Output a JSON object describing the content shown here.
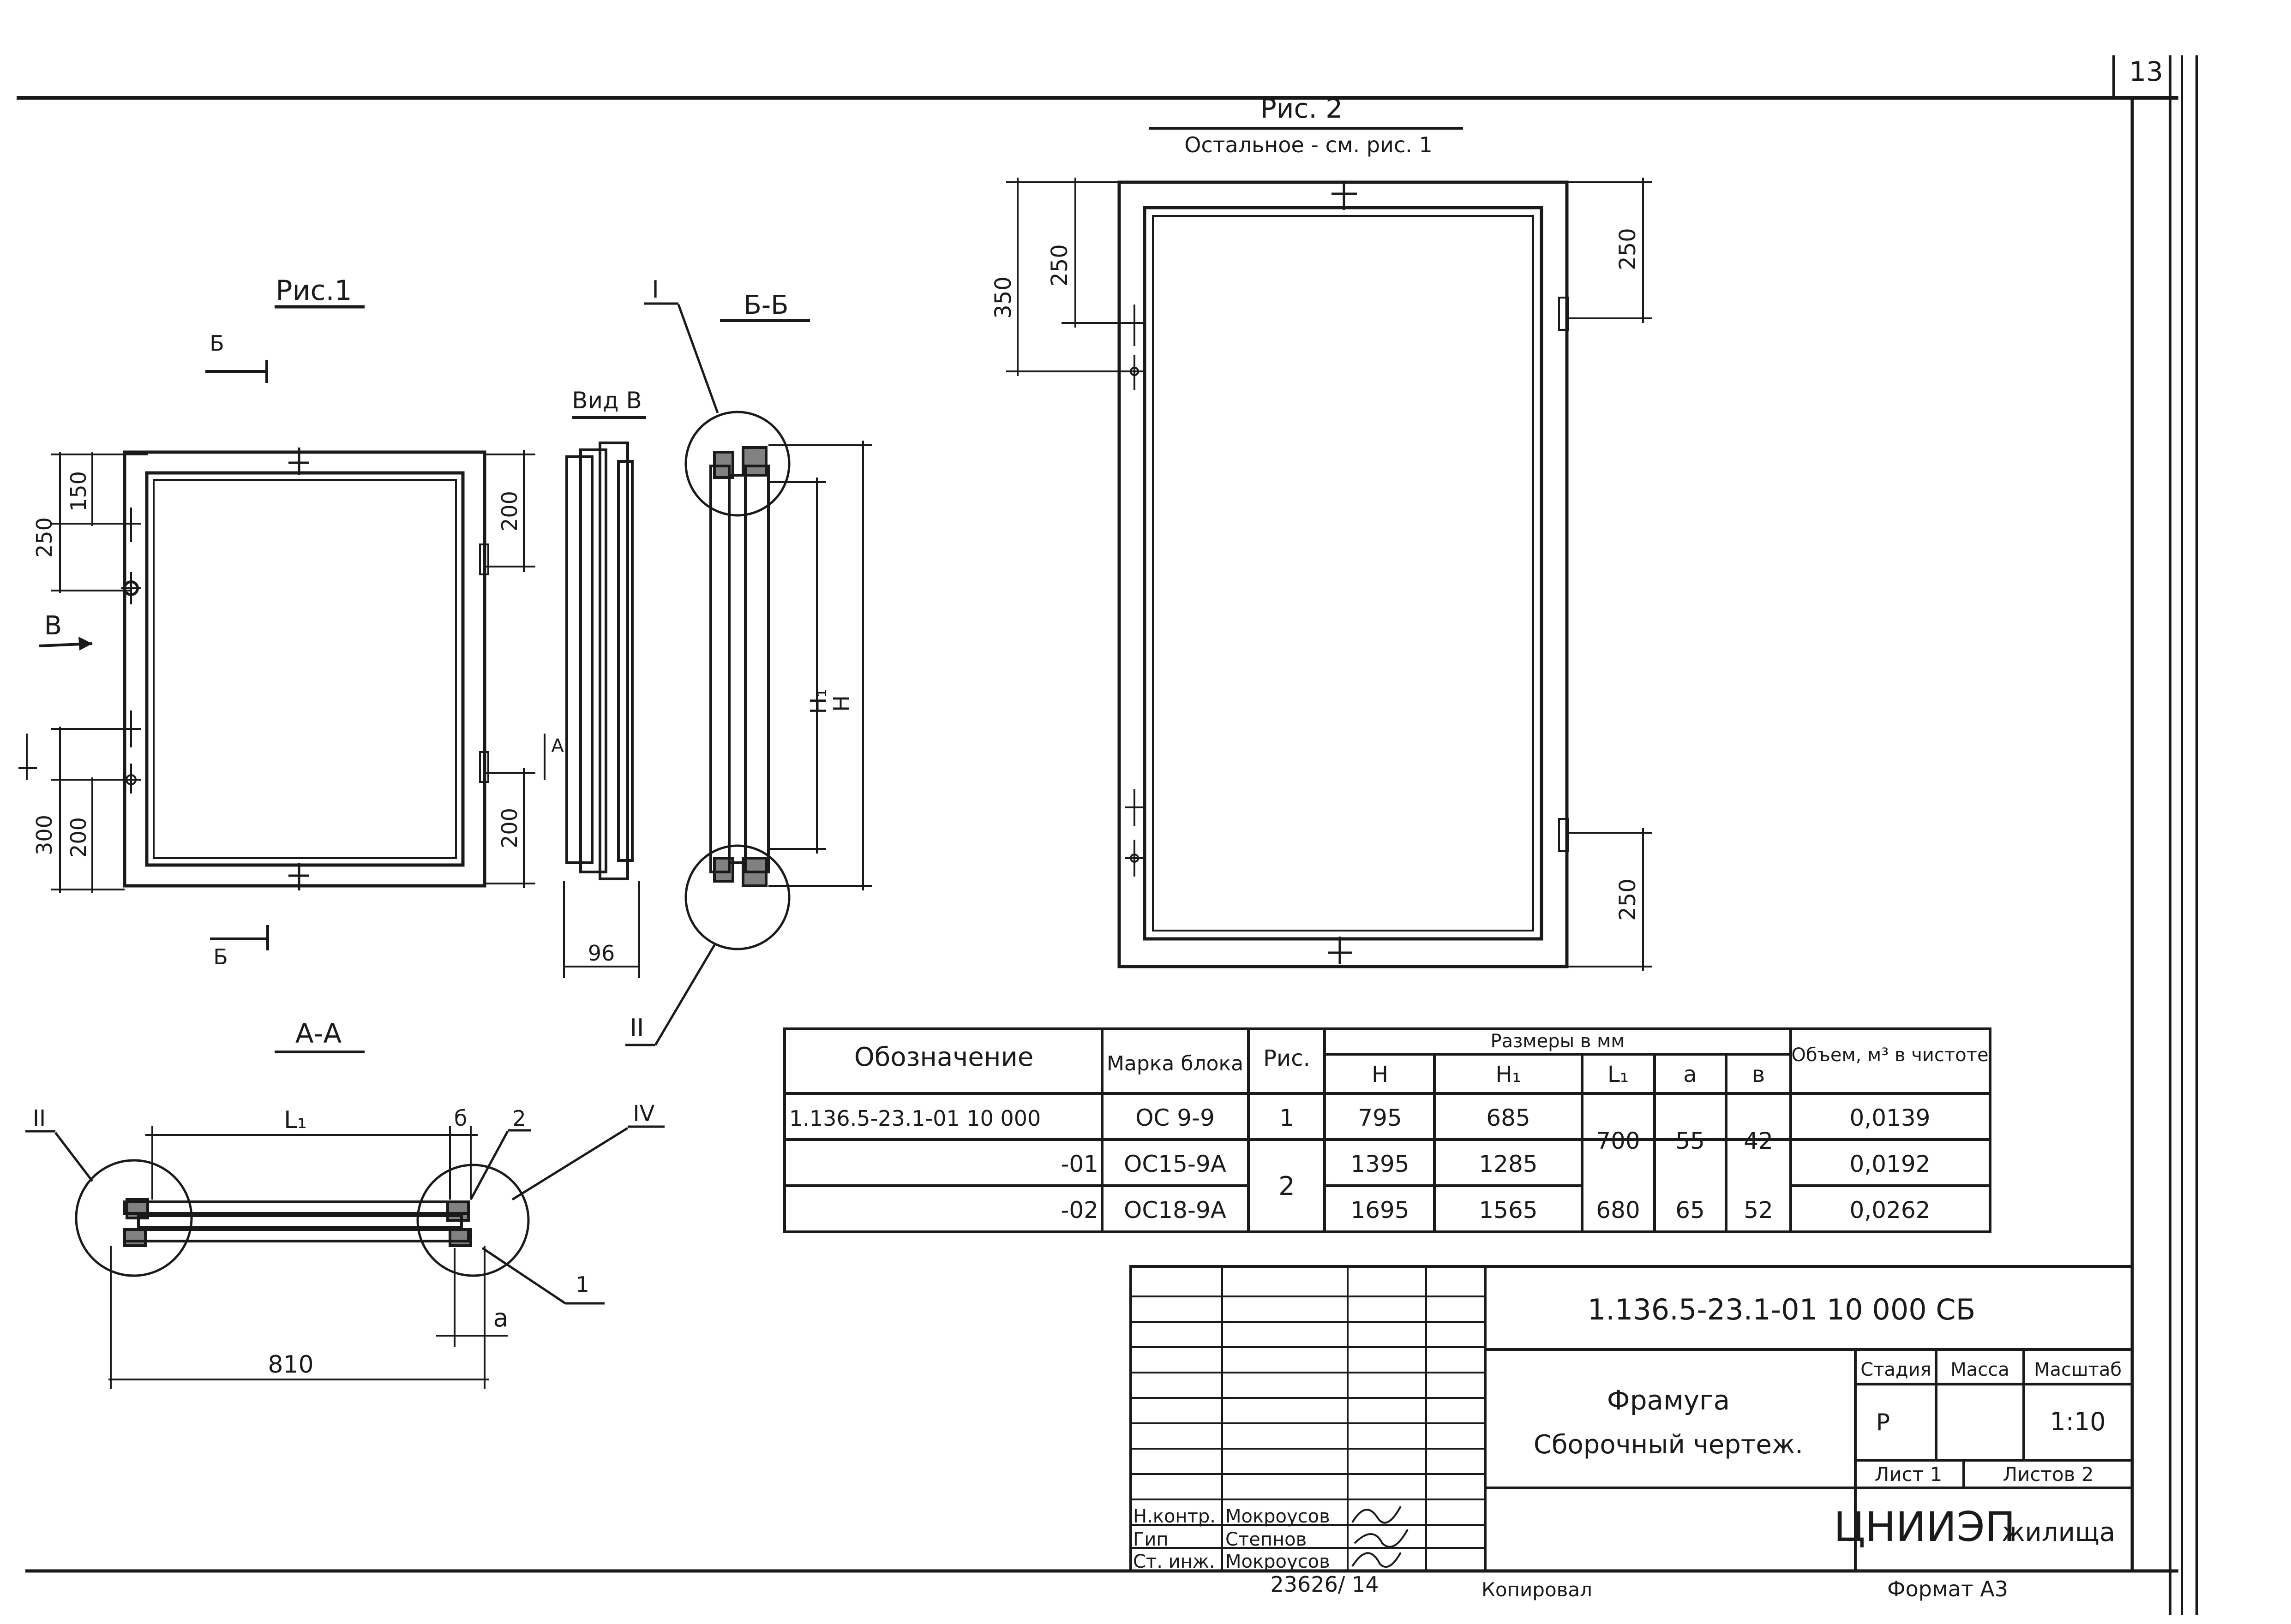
{
  "sheet_number": "13",
  "fig1": {
    "title": "Рис.1",
    "section_bb_mark": "Б",
    "view_v_arrow": "В",
    "dim_250": "250",
    "dim_150": "150",
    "dim_300": "300",
    "dim_200_left": "200",
    "dim_200_right_top": "200",
    "dim_200_right_bottom": "200",
    "view_a_mark": "А"
  },
  "view_v": {
    "title": "Вид В",
    "dim_96": "96"
  },
  "section_bb": {
    "title": "Б-Б",
    "callout_1": "I",
    "callout_2": "II",
    "dim_h1": "H₁",
    "dim_h": "H"
  },
  "section_aa": {
    "title": "А-А",
    "callout_2": "II",
    "callout_4": "IV",
    "dim_l1": "L₁",
    "dim_b": "б",
    "pos_2": "2",
    "pos_1": "1",
    "dim_a": "a",
    "dim_810": "810"
  },
  "fig2": {
    "title": "Рис. 2",
    "subtitle": "Остальное - см. рис. 1",
    "dim_350": "350",
    "dim_250_left": "250",
    "dim_250_top": "250",
    "dim_250_bottom": "250"
  },
  "spec_table": {
    "headers": {
      "designation": "Обозначение",
      "mark": "Марка блока",
      "fig": "Рис.",
      "sizes": "Размеры в мм",
      "h": "H",
      "h1": "H₁",
      "l1": "L₁",
      "a": "a",
      "b": "в",
      "volume": "Объем, м³ в чистоте"
    },
    "rows": [
      {
        "designation": "1.136.5-23.1-01 10 000",
        "mark": "ОС 9-9",
        "fig": "1",
        "h": "795",
        "h1": "685",
        "l1": "700",
        "a": "55",
        "b": "42",
        "volume": "0,0139"
      },
      {
        "designation": "-01",
        "mark": "ОС15-9А",
        "fig": "2",
        "h": "1395",
        "h1": "1285",
        "l1": "",
        "a": "",
        "b": "",
        "volume": "0,0192"
      },
      {
        "designation": "-02",
        "mark": "ОС18-9А",
        "fig": "",
        "h": "1695",
        "h1": "1565",
        "l1": "680",
        "a": "65",
        "b": "52",
        "volume": "0,0262"
      }
    ]
  },
  "title_block": {
    "code": "1.136.5-23.1-01 10 000 СБ",
    "name_line1": "Фрамуга",
    "name_line2": "Сборочный чертеж.",
    "stage_label": "Стадия",
    "mass_label": "Масса",
    "scale_label": "Масштаб",
    "stage_value": "Р",
    "scale_value": "1:10",
    "sheet_label": "Лист 1",
    "sheets_label": "Листов 2",
    "org": "ЦНИИЭП",
    "org_suffix": "жилища",
    "signers": [
      {
        "role": "Н.контр.",
        "name": "Мокроусов"
      },
      {
        "role": "Гип",
        "name": "Степнов"
      },
      {
        "role": "Ст. инж.",
        "name": "Мокроусов"
      }
    ]
  },
  "footer": {
    "inventory": "23626/ 14",
    "copied": "Копировал",
    "format": "Формат А3"
  }
}
